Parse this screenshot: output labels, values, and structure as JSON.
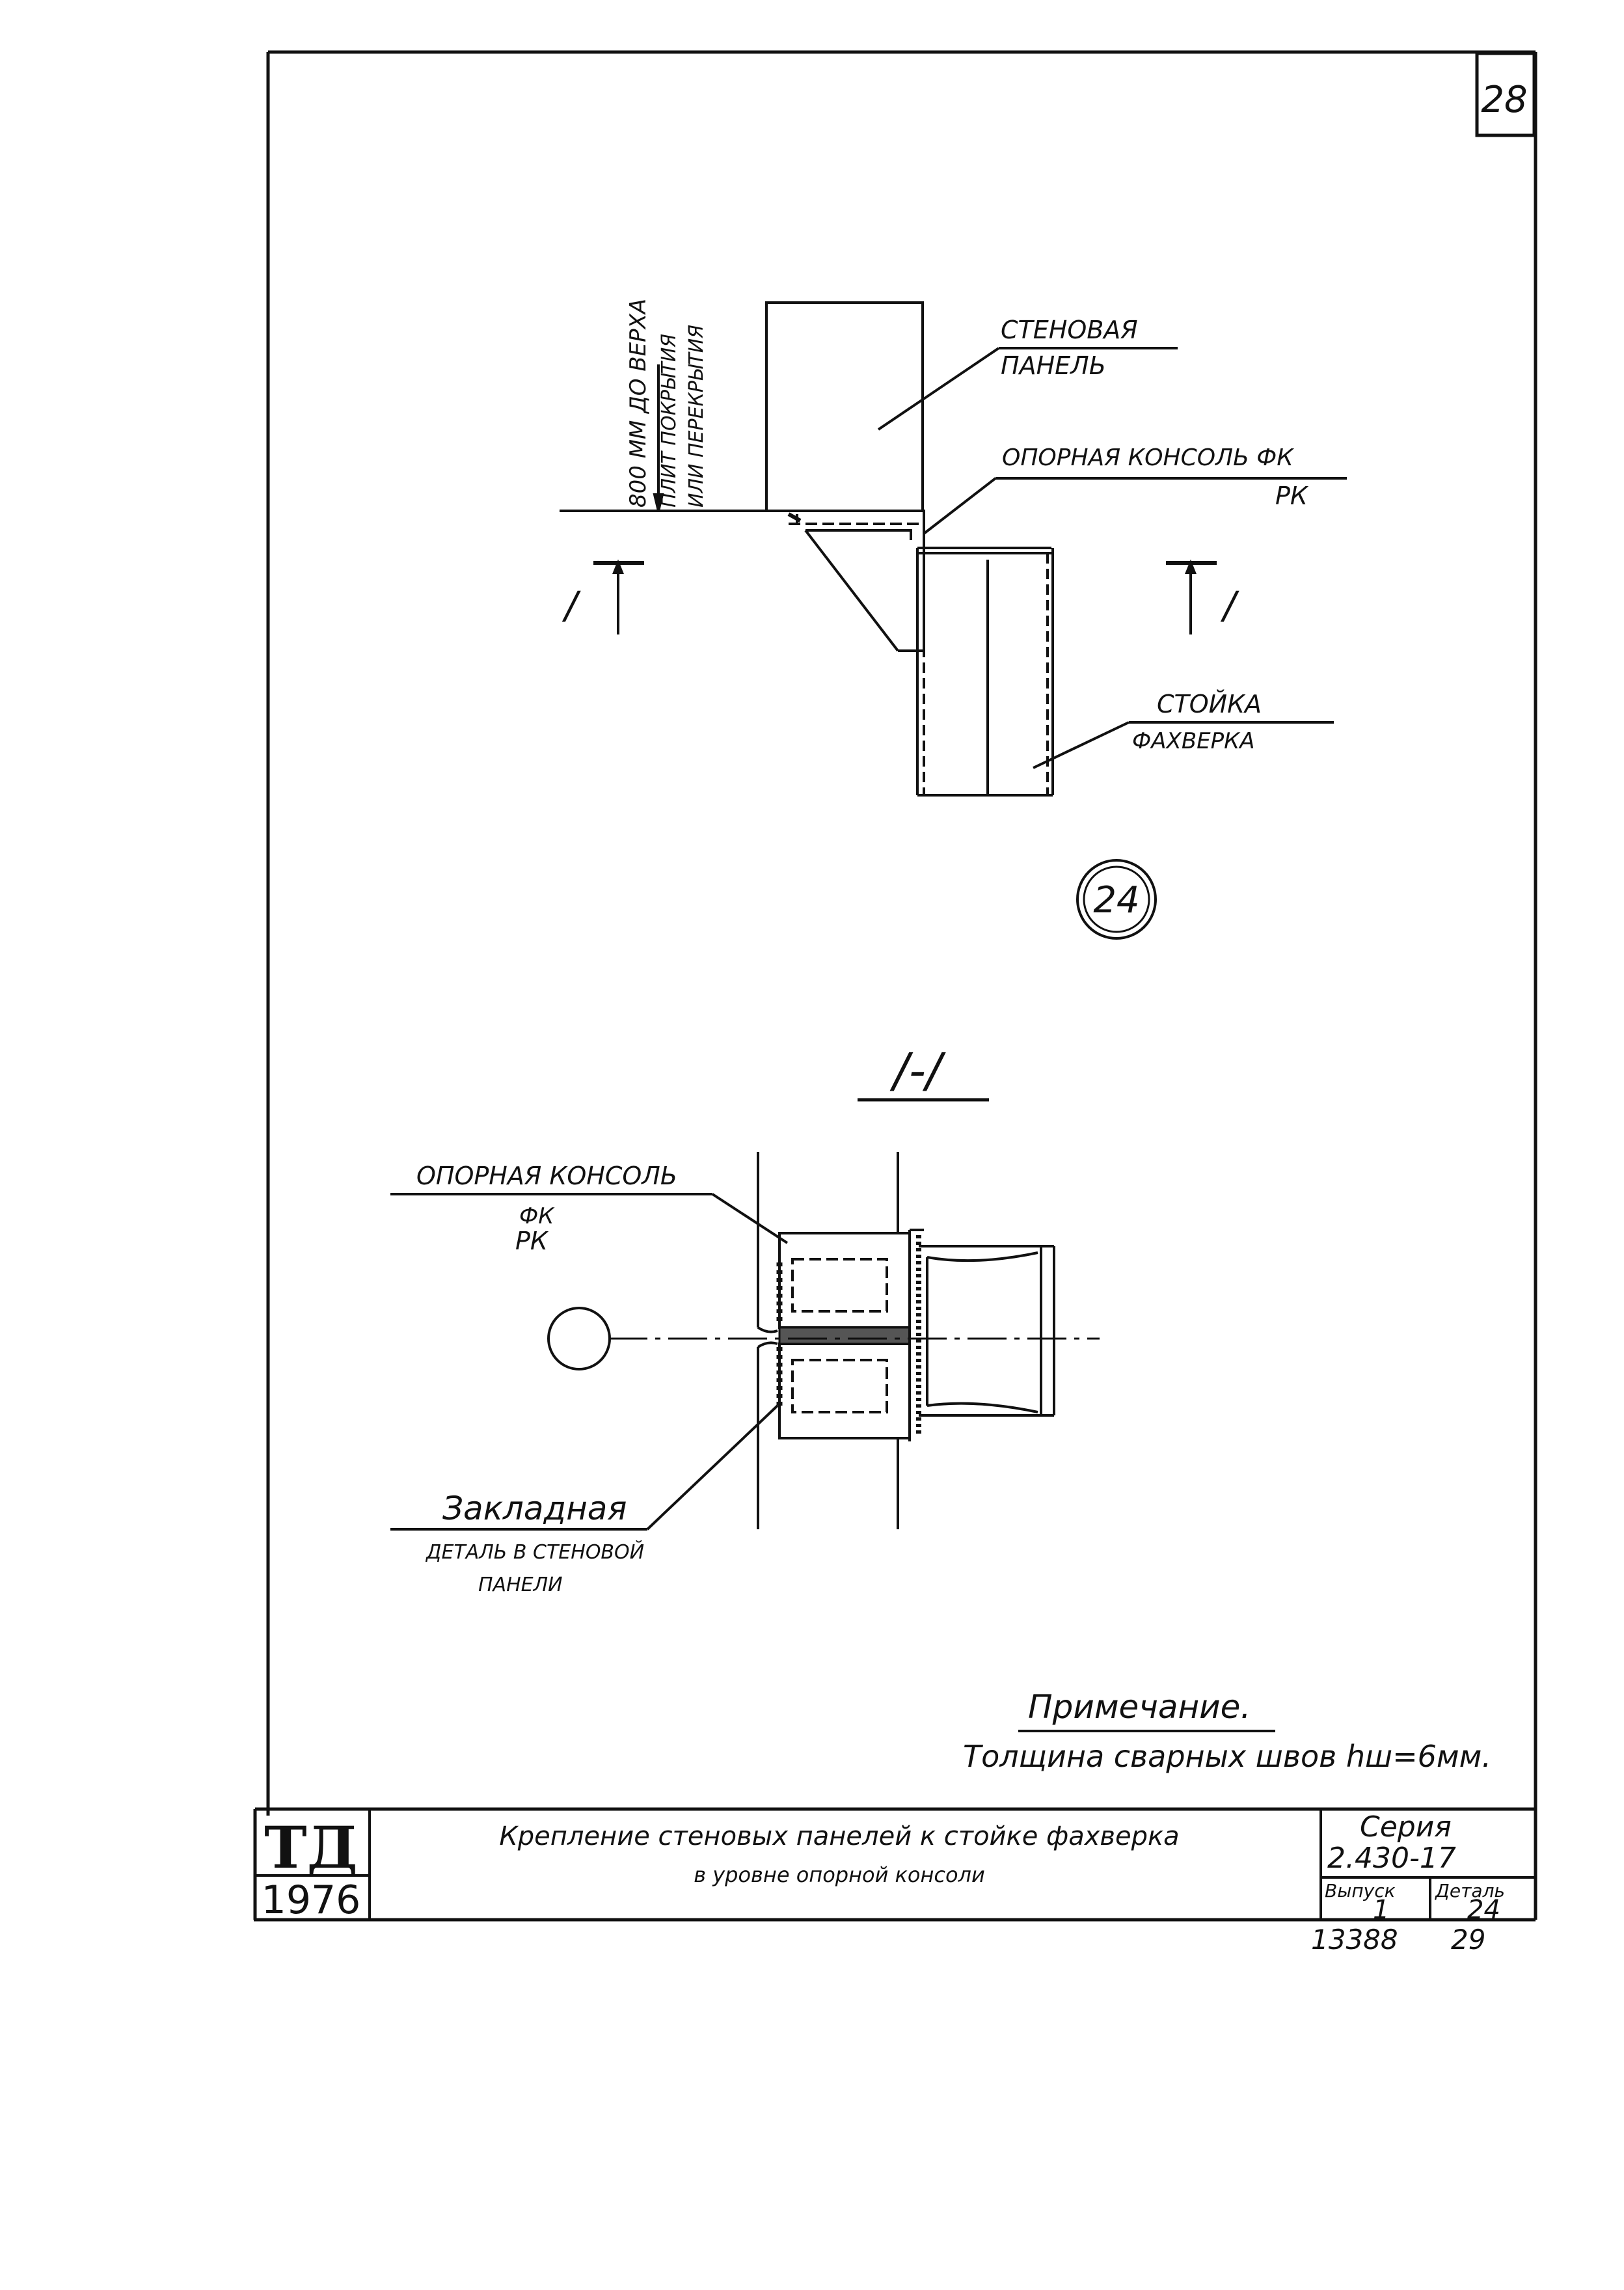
{
  "sheet": {
    "page_number": "28"
  },
  "detail": {
    "callout_marker": "24",
    "top_view": {
      "wall_panel_label_1": "СТЕНОВАЯ",
      "wall_panel_label_2": "ПАНЕЛЬ",
      "support_console_label": "ОПОРНАЯ КОНСОЛЬ ФК",
      "support_console_sub": "РК",
      "column_label_1": "СТОЙКА",
      "column_label_2": "ФАХВЕРКА",
      "vertical_note_1": "800 ММ ДО ВЕРХА",
      "vertical_note_2": "ПЛИТ ПОКРЫТИЯ",
      "vertical_note_3": "ИЛИ ПЕРЕКРЫТИЯ",
      "section_mark_left": "/",
      "section_mark_right": "/"
    },
    "section": {
      "title": "/-/",
      "support_console_label": "ОПОРНАЯ КОНСОЛЬ",
      "support_console_sub_1": "ФК",
      "support_console_sub_2": "РК",
      "embedded_part_1": "Закладная",
      "embedded_part_2": "ДЕТАЛЬ В СТЕНОВОЙ",
      "embedded_part_3": "ПАНЕЛИ"
    },
    "note": {
      "heading": "Примечание.",
      "text": "Толщина сварных швов hш=6мм."
    }
  },
  "title_block": {
    "org_logo": "ТД",
    "year": "1976",
    "title_line_1": "Крепление стеновых панелей к стойке фахверка",
    "title_line_2": "в уровне опорной консоли",
    "series_label": "Серия",
    "series_value": "2.430-17",
    "issue_label": "Выпуск",
    "issue_value": "1",
    "detail_label": "Деталь",
    "detail_value": "24",
    "archive_number": "13388",
    "sheet_number": "29"
  }
}
